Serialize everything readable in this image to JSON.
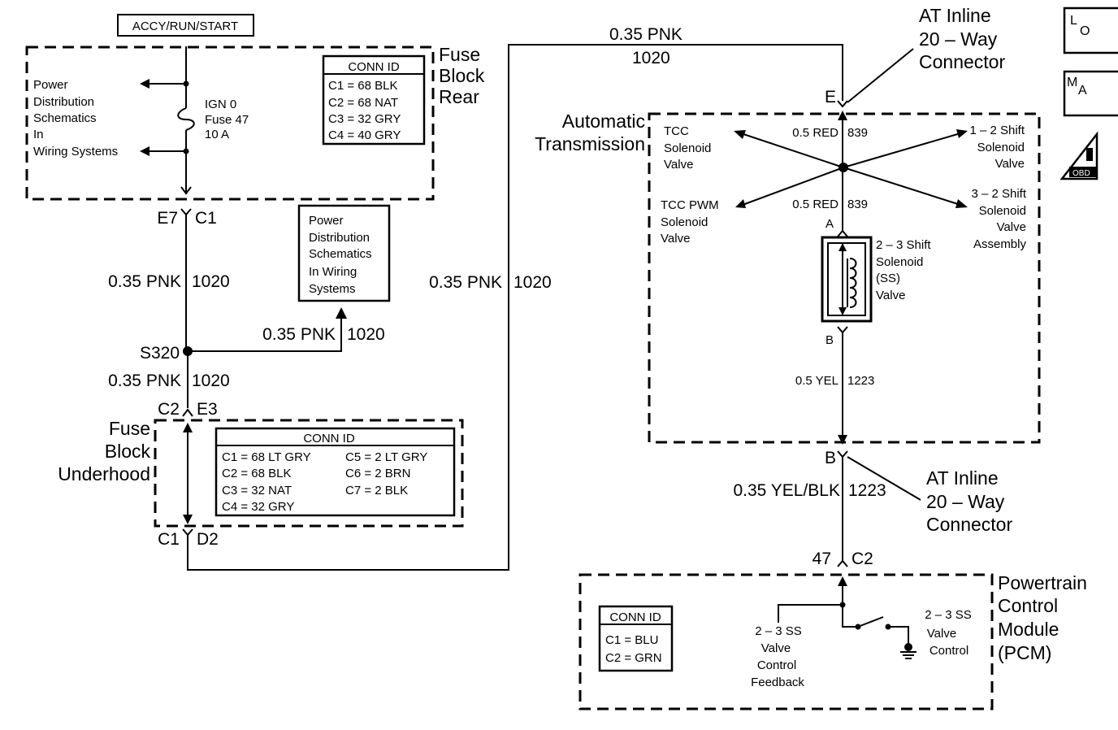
{
  "ignition_box": {
    "label": "ACCY/RUN/START"
  },
  "fuse_block_rear": {
    "title": [
      "Fuse",
      "Block",
      "Rear"
    ],
    "power_dist": [
      "Power",
      "Distribution",
      "Schematics",
      "In",
      "Wiring Systems"
    ],
    "fuse": [
      "IGN 0",
      "Fuse  47",
      "10 A"
    ],
    "conn_title": "CONN ID",
    "conn_ids": [
      "C1  =  68 BLK",
      "C2  =  68 NAT",
      "C3  =  32 GRY",
      "C4  =  40 GRY"
    ]
  },
  "power_dist_box": [
    "Power",
    "Distribution",
    "Schematics",
    "In Wiring",
    "Systems"
  ],
  "connectors": {
    "e7": "E7",
    "c1_top": "C1",
    "c2": "C2",
    "e3": "E3",
    "c1_bottom": "C1",
    "d2": "D2",
    "s320": "S320",
    "e_inline": "E",
    "b_inline": "B",
    "pin_47": "47",
    "c2_pcm": "C2",
    "pin_a": "A",
    "pin_b": "B"
  },
  "wires": {
    "w1_gauge": "0.35 PNK",
    "w1_circuit": "1020",
    "w2_gauge": "0.35 PNK",
    "w2_circuit": "1020",
    "w3_gauge": "0.35 PNK",
    "w3_circuit": "1020",
    "w4_gauge": "0.35 PNK",
    "w4_circuit": "1020",
    "w5_gauge": "0.35 PNK",
    "w5_circuit": "1020",
    "red1_gauge": "0.5 RED",
    "red1_circuit": "839",
    "red2_gauge": "0.5 RED",
    "red2_circuit": "839",
    "yel_gauge": "0.5 YEL",
    "yel_circuit": "1223",
    "yelblk_gauge": "0.35 YEL/BLK",
    "yelblk_circuit": "1223"
  },
  "fuse_block_underhood": {
    "title": [
      "Fuse",
      "Block",
      "Underhood"
    ],
    "conn_title": "CONN ID",
    "conn_left": [
      "C1  =  68 LT GRY",
      "C2  =  68 BLK",
      "C3  =  32 NAT",
      "C4  =  32 GRY"
    ],
    "conn_right": [
      "C5  =  2 LT GRY",
      "C6  =  2 BRN",
      "C7  =  2 BLK"
    ]
  },
  "at_inline_top": [
    "AT Inline",
    "20 – Way",
    "Connector"
  ],
  "at_inline_bottom": [
    "AT Inline",
    "20 – Way",
    "Connector"
  ],
  "automatic_transmission": {
    "title": [
      "Automatic",
      "Transmission"
    ],
    "tcc_solenoid": [
      "TCC",
      "Solenoid",
      "Valve"
    ],
    "shift_12": [
      "1 – 2 Shift",
      "Solenoid",
      "Valve"
    ],
    "tcc_pwm": [
      "TCC PWM",
      "Solenoid",
      "Valve"
    ],
    "shift_32": [
      "3 – 2 Shift",
      "Solenoid",
      "Valve",
      "Assembly"
    ],
    "shift_23": [
      "2 – 3 Shift",
      "Solenoid",
      "(SS)",
      "Valve"
    ]
  },
  "pcm": {
    "title": [
      "Powertrain",
      "Control",
      "Module",
      "(PCM)"
    ],
    "conn_title": "CONN ID",
    "conn_ids": [
      "C1  =  BLU",
      "C2  =  GRN"
    ],
    "feedback": [
      "2 – 3 SS",
      "Valve",
      "Control",
      "Feedback"
    ],
    "control": [
      "2 – 3 SS",
      "Valve",
      "Control"
    ]
  },
  "legend_icons": {
    "icon1": [
      "L",
      "O"
    ],
    "icon2": [
      "M",
      "A"
    ],
    "icon3": "OBD"
  }
}
